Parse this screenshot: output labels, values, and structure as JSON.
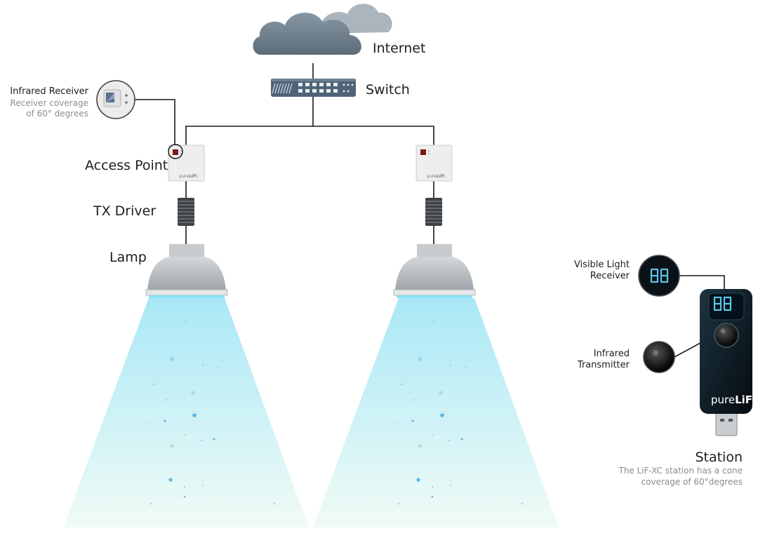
{
  "labels": {
    "internet": "Internet",
    "switch": "Switch",
    "access_point": "Access Point",
    "tx_driver": "TX Driver",
    "lamp": "Lamp",
    "infrared_receiver": {
      "title": "Infrared Receiver",
      "line1": "Receiver coverage",
      "line2": "of 60° degrees"
    },
    "visible_light_receiver": {
      "line1": "Visible Light",
      "line2": "Receiver"
    },
    "infrared_transmitter": {
      "line1": "Infrared",
      "line2": "Transmitter"
    },
    "station": {
      "title": "Station",
      "line1": "The LiF-XC station has a cone",
      "line2": "coverage of 60°degrees"
    }
  },
  "brand": {
    "prefix": "pure",
    "suffix": "LiFi"
  },
  "colors": {
    "beam": "#b9ecf7",
    "beam_fade": "#eefaf7",
    "cloud": "#6e7f8c",
    "switch": "#4f6377",
    "station_body": "#0d1b24",
    "led_digits": "#5ec3e6"
  }
}
